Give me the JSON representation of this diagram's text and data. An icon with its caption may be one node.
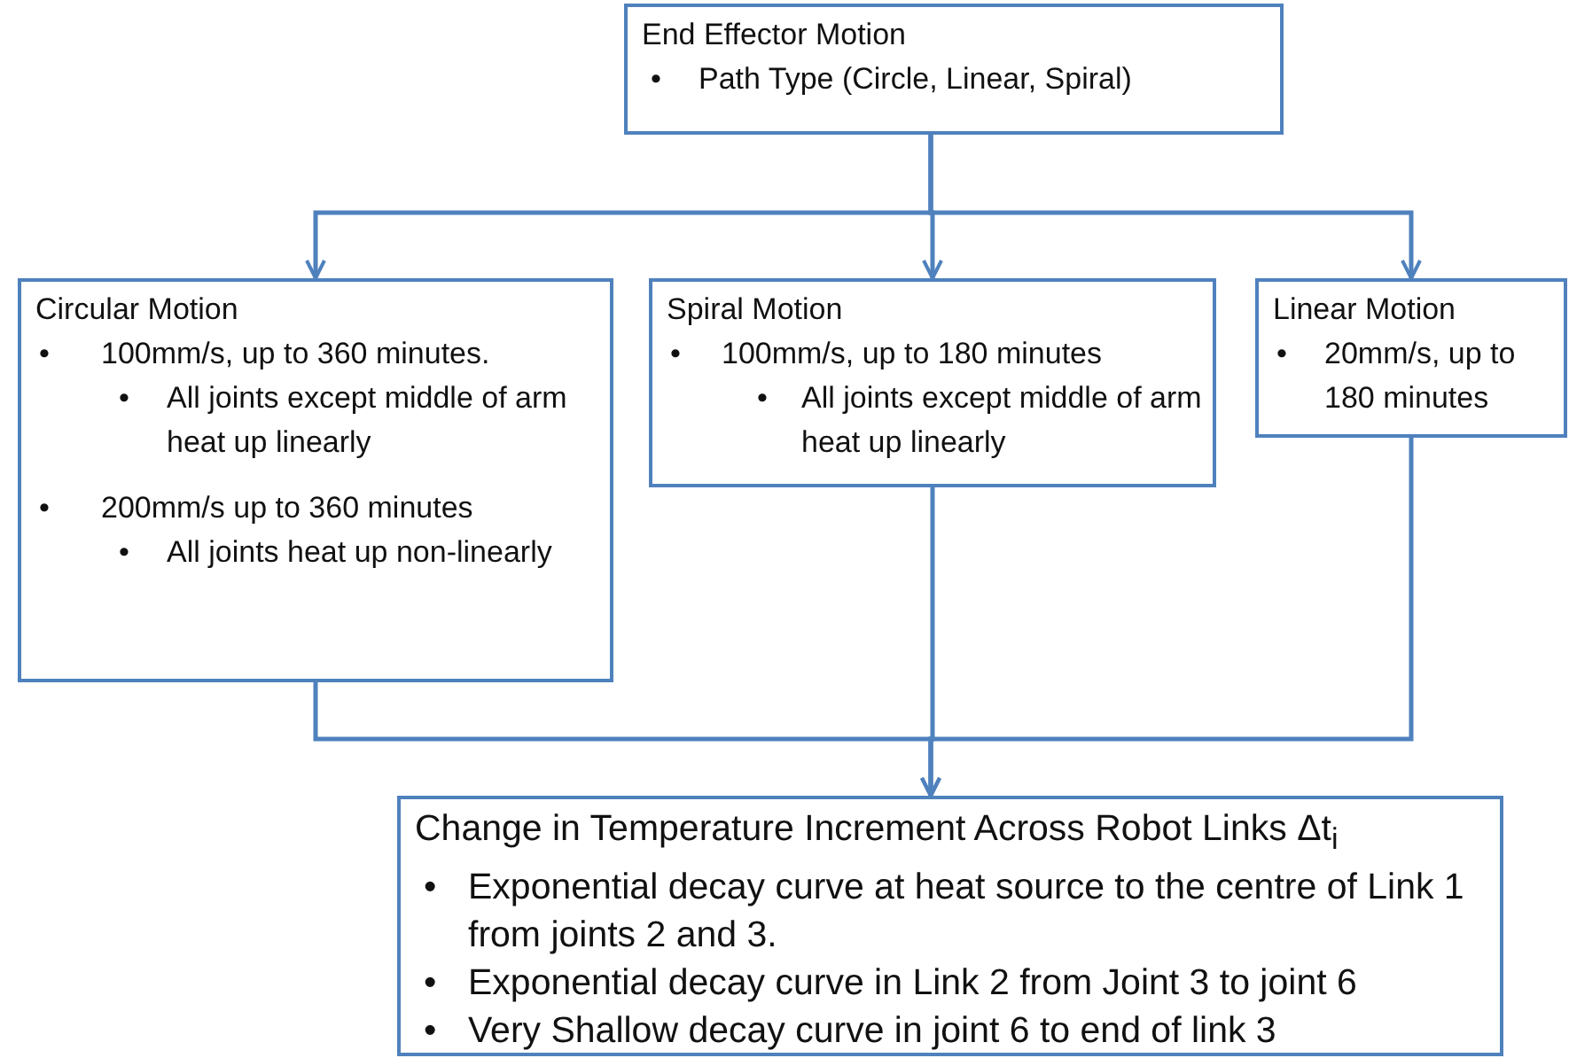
{
  "diagram": {
    "nodes": [
      {
        "text": [
          "End Effector Motion",
          "•",
          "Path Type (Circle, Linear, Spiral)"
        ]
      },
      {
        "text": [
          "Circular Motion",
          "•",
          "100mm/s, up to 360 minutes.",
          "•",
          "All joints except middle of arm heat up linearly",
          "•",
          "200mm/s  up to 360 minutes",
          "•",
          "All joints heat up non-linearly"
        ]
      },
      {
        "text": [
          "Spiral Motion",
          "•",
          "100mm/s, up to 180 minutes",
          "•",
          "All joints except middle of arm heat up linearly"
        ]
      },
      {
        "text": [
          "Linear Motion",
          "•",
          "20mm/s, up to 180 minutes"
        ]
      },
      {
        "text": [
          "Change in Temperature Increment Across Robot Links Δt$_{i}$",
          "•",
          "Exponential decay curve at heat source to the centre of Link 1 from joints 2 and 3.",
          "•",
          "Exponential decay curve in Link 2 from Joint 3 to joint 6",
          "•",
          "Very Shallow decay curve in joint 6 to end of link 3"
        ]
      }
    ],
    "edges": [
      {
        "from": 0,
        "to": 1,
        "arrow": "to"
      },
      {
        "from": 0,
        "to": 2,
        "arrow": "to"
      },
      {
        "from": 0,
        "to": 3,
        "arrow": "to"
      },
      {
        "from": 1,
        "to": 4,
        "arrow": "to"
      },
      {
        "from": 2,
        "to": 4,
        "arrow": "to"
      },
      {
        "from": 3,
        "to": 4,
        "arrow": "to"
      }
    ]
  }
}
